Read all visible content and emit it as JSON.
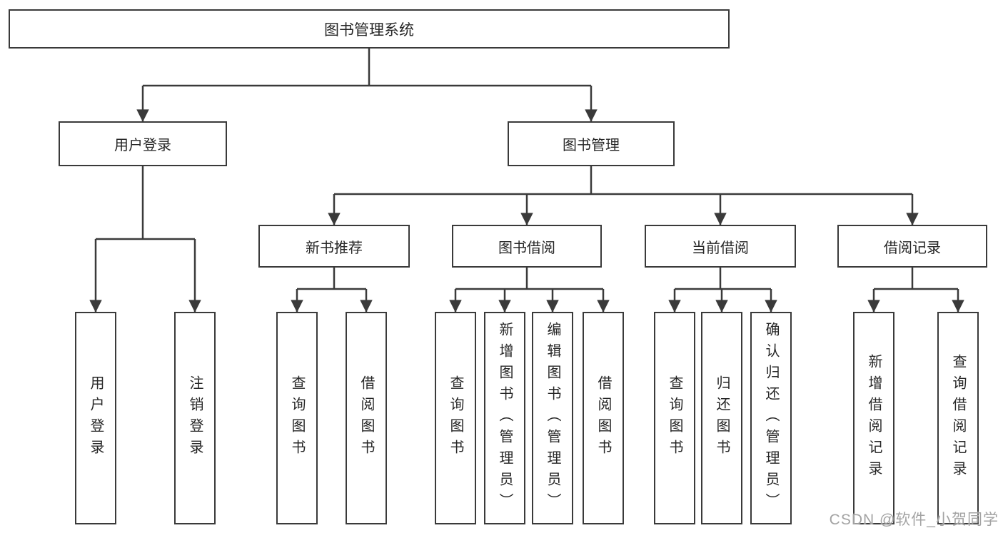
{
  "tree": {
    "label": "图书管理系统",
    "children": [
      {
        "label": "用户登录",
        "children": [
          {
            "label": "用户登录"
          },
          {
            "label": "注销登录"
          }
        ]
      },
      {
        "label": "图书管理",
        "children": [
          {
            "label": "新书推荐",
            "children": [
              {
                "label": "查询图书"
              },
              {
                "label": "借阅图书"
              }
            ]
          },
          {
            "label": "图书借阅",
            "children": [
              {
                "label": "查询图书"
              },
              {
                "label": "新增图书（管理员）"
              },
              {
                "label": "编辑图书（管理员）"
              },
              {
                "label": "借阅图书"
              }
            ]
          },
          {
            "label": "当前借阅",
            "children": [
              {
                "label": "查询图书"
              },
              {
                "label": "归还图书"
              },
              {
                "label": "确认归还（管理员）"
              }
            ]
          },
          {
            "label": "借阅记录",
            "children": [
              {
                "label": "新增借阅记录"
              },
              {
                "label": "查询借阅记录"
              }
            ]
          }
        ]
      }
    ]
  },
  "watermark": {
    "text": "CSDN @软件_小贺同学"
  },
  "colors": {
    "line": "#3a3a3a",
    "text": "#262626",
    "watermark": "#a3a3a3",
    "background": "#ffffff"
  }
}
